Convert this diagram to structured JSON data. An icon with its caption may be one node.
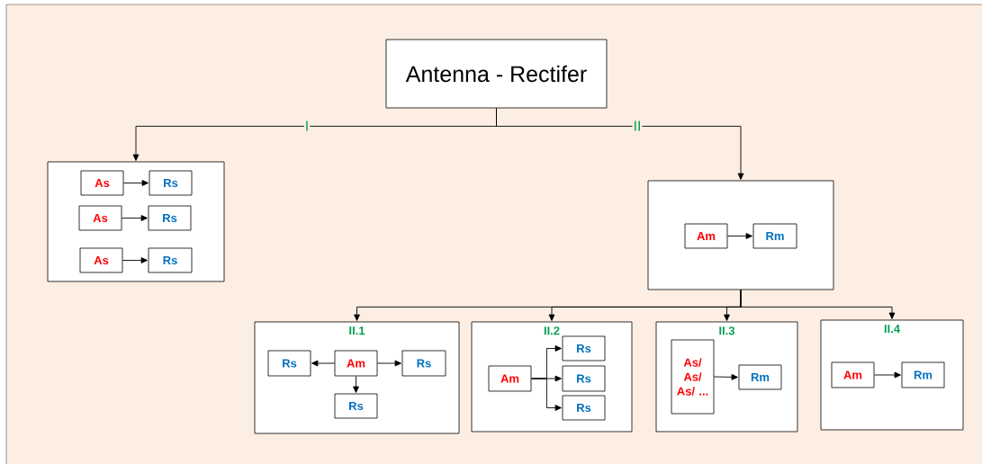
{
  "diagram": {
    "nodes": [
      {
        "text": [
          "Antenna - Rectifer"
        ]
      },
      {
        "text": [],
        "shape": "box"
      },
      {
        "text": [
          "As"
        ],
        "in": 1
      },
      {
        "text": [
          "Rs"
        ],
        "in": 1
      },
      {
        "text": [
          "As"
        ],
        "in": 1
      },
      {
        "text": [
          "Rs"
        ],
        "in": 1
      },
      {
        "text": [
          "As"
        ],
        "in": 1
      },
      {
        "text": [
          "Rs"
        ],
        "in": 1
      },
      {
        "text": [],
        "shape": "box"
      },
      {
        "text": [
          "Am"
        ],
        "in": 8
      },
      {
        "text": [
          "Rm"
        ],
        "in": 8
      },
      {
        "text": [
          "II.1"
        ]
      },
      {
        "text": [
          "Rs"
        ],
        "in": 11
      },
      {
        "text": [
          "Am"
        ],
        "in": 11
      },
      {
        "text": [
          "Rs"
        ],
        "in": 11
      },
      {
        "text": [
          "Rs"
        ],
        "in": 11
      },
      {
        "text": [
          "II.2"
        ]
      },
      {
        "text": [
          "Am"
        ],
        "in": 16
      },
      {
        "text": [
          "Rs"
        ],
        "in": 16
      },
      {
        "text": [
          "Rs"
        ],
        "in": 16
      },
      {
        "text": [
          "Rs"
        ],
        "in": 16
      },
      {
        "text": [
          "II.3"
        ]
      },
      {
        "text": [
          "As/ As/ As/ ..."
        ],
        "in": 21
      },
      {
        "text": [
          "Rm"
        ],
        "in": 21
      },
      {
        "text": [
          "II.4"
        ]
      },
      {
        "text": [
          "Am"
        ],
        "in": 24
      },
      {
        "text": [
          "Rm"
        ],
        "in": 24
      }
    ],
    "edges": [
      {
        "from": 0,
        "to": 1,
        "arrow": "to",
        "label": "I"
      },
      {
        "from": 0,
        "to": 8,
        "arrow": "to",
        "label": "II"
      },
      {
        "from": 2,
        "to": 3,
        "arrow": "to"
      },
      {
        "from": 4,
        "to": 5,
        "arrow": "to"
      },
      {
        "from": 6,
        "to": 7,
        "arrow": "to"
      },
      {
        "from": 9,
        "to": 10,
        "arrow": "to"
      },
      {
        "from": 8,
        "to": 11,
        "arrow": "to"
      },
      {
        "from": 8,
        "to": 16,
        "arrow": "to"
      },
      {
        "from": 8,
        "to": 21,
        "arrow": "to"
      },
      {
        "from": 8,
        "to": 24,
        "arrow": "to"
      },
      {
        "from": 13,
        "to": 12,
        "arrow": "to"
      },
      {
        "from": 13,
        "to": 14,
        "arrow": "to"
      },
      {
        "from": 13,
        "to": 15,
        "arrow": "to"
      },
      {
        "from": 17,
        "to": 18,
        "arrow": "to"
      },
      {
        "from": 17,
        "to": 19,
        "arrow": "to"
      },
      {
        "from": 17,
        "to": 20,
        "arrow": "to"
      },
      {
        "from": 22,
        "to": 23,
        "arrow": "to"
      },
      {
        "from": 25,
        "to": 26,
        "arrow": "to"
      }
    ]
  }
}
